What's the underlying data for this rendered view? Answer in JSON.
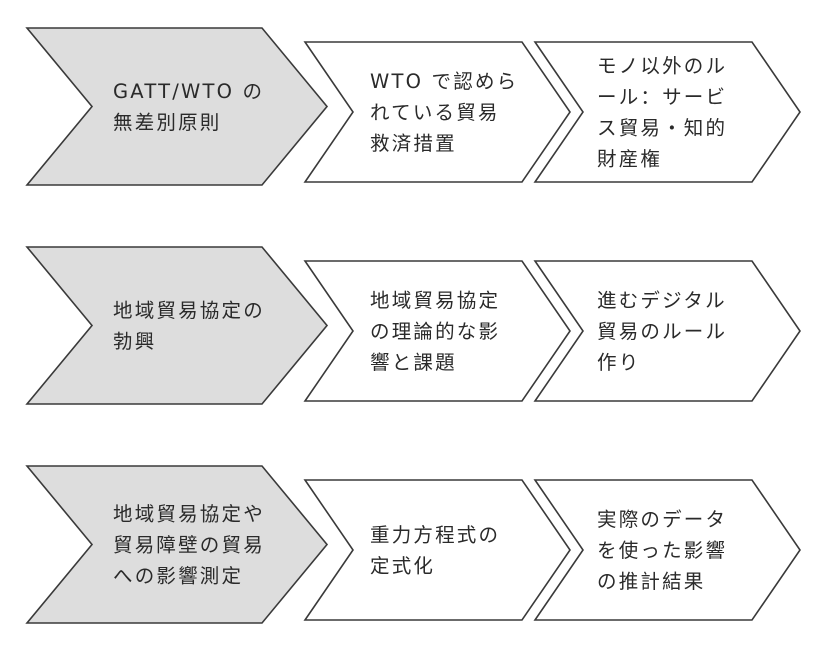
{
  "rows": [
    {
      "steps": [
        {
          "lines": [
            "GATT/WTO の",
            "無差別原則"
          ]
        },
        {
          "lines": [
            "WTO で認めら",
            "れている貿易",
            "救済措置"
          ]
        },
        {
          "lines": [
            "モノ以外のル",
            "ール：サービ",
            "ス貿易・知的",
            "財産権"
          ]
        }
      ]
    },
    {
      "steps": [
        {
          "lines": [
            "地域貿易協定の",
            "勃興"
          ]
        },
        {
          "lines": [
            "地域貿易協定",
            "の理論的な影",
            "響と課題"
          ]
        },
        {
          "lines": [
            "進むデジタル",
            "貿易のルール",
            "作り"
          ]
        }
      ]
    },
    {
      "steps": [
        {
          "lines": [
            "地域貿易協定や",
            "貿易障壁の貿易",
            "への影響測定"
          ]
        },
        {
          "lines": [
            "重力方程式の",
            "定式化"
          ]
        },
        {
          "lines": [
            "実際のデータ",
            "を使った影響",
            "の推計結果"
          ]
        }
      ]
    }
  ],
  "colors": {
    "primary_fill": "#dddddd",
    "secondary_fill": "#ffffff",
    "stroke": "#3a3a3a",
    "text": "#2a2a2a"
  }
}
